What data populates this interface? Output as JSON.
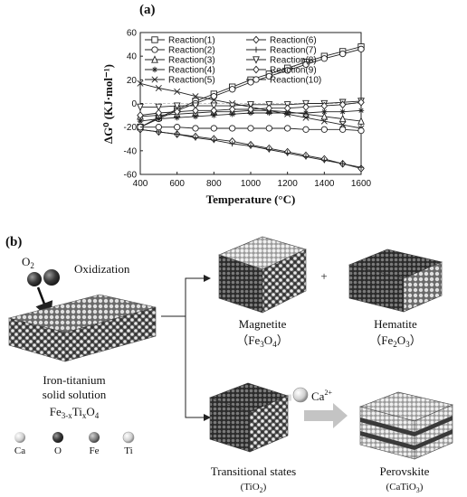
{
  "panel_a_label": "(a)",
  "panel_b_label": "(b)",
  "chart_data": {
    "type": "line",
    "xlabel": "Temperature (°C)",
    "ylabel": "ΔG⁰ (KJ·mol⁻¹)",
    "xlim": [
      400,
      1600
    ],
    "ylim": [
      -60,
      60
    ],
    "xticks": [
      "400",
      "600",
      "800",
      "1000",
      "1200",
      "1400",
      "1600"
    ],
    "yticks": [
      "-60",
      "-40",
      "-20",
      "0",
      "20",
      "40",
      "60"
    ],
    "legend_position": "top",
    "x": [
      400,
      500,
      600,
      700,
      800,
      900,
      1000,
      1100,
      1200,
      1300,
      1400,
      1500,
      1600
    ],
    "series": [
      {
        "name": "Reaction(1)",
        "marker": "square",
        "values": [
          -20,
          -12,
          -5,
          2,
          8,
          14,
          20,
          25,
          30,
          35,
          40,
          44,
          48
        ]
      },
      {
        "name": "Reaction(2)",
        "marker": "circle",
        "values": [
          -20,
          -13,
          -6,
          0,
          6,
          12,
          18,
          23,
          28,
          33,
          38,
          42,
          46
        ]
      },
      {
        "name": "Reaction(3)",
        "marker": "triangle-up",
        "values": [
          -11,
          -10,
          -9,
          -8,
          -7,
          -7,
          -6,
          -6,
          -7,
          -9,
          -11,
          -13,
          -15
        ]
      },
      {
        "name": "Reaction(4)",
        "marker": "star",
        "values": [
          -15,
          -13,
          -12,
          -11,
          -10,
          -9,
          -8,
          -8,
          -8,
          -8,
          -7,
          -7,
          -6
        ]
      },
      {
        "name": "Reaction(5)",
        "marker": "x",
        "values": [
          17,
          13,
          10,
          6,
          3,
          0,
          -3,
          -6,
          -9,
          -12,
          -15,
          -18,
          -21
        ]
      },
      {
        "name": "Reaction(6)",
        "marker": "diamond",
        "values": [
          -22,
          -24,
          -26,
          -28,
          -30,
          -32,
          -35,
          -38,
          -41,
          -44,
          -47,
          -51,
          -55
        ]
      },
      {
        "name": "Reaction(7)",
        "marker": "plus",
        "values": [
          -22,
          -24,
          -26,
          -29,
          -31,
          -34,
          -36,
          -39,
          -42,
          -45,
          -48,
          -51,
          -54
        ]
      },
      {
        "name": "Reaction(8)",
        "marker": "triangle-down",
        "values": [
          -3,
          -3,
          -2,
          -2,
          -2,
          -2,
          -1,
          -1,
          -1,
          0,
          0,
          1,
          2
        ]
      },
      {
        "name": "Reaction(9)",
        "marker": "diamond-open",
        "values": [
          -10,
          -8,
          -7,
          -6,
          -6,
          -5,
          -5,
          -4,
          -4,
          -3,
          -2,
          -1,
          1
        ]
      },
      {
        "name": "Reaction(10)",
        "marker": "circle-open",
        "values": [
          -20,
          -20,
          -20,
          -21,
          -21,
          -21,
          -21,
          -21,
          -21,
          -22,
          -22,
          -22,
          -23
        ]
      }
    ]
  },
  "diagram": {
    "o2_label": "O",
    "o2_sub": "2",
    "oxidization_label": "Oxidization",
    "source_title_line1": "Iron-titanium",
    "source_title_line2": "solid solution",
    "formula_a": "Fe",
    "formula_a_sub": "3-x",
    "formula_b": "Ti",
    "formula_b_sub": "x",
    "formula_c": "O",
    "formula_c_sub": "4",
    "legend_ca": "Ca",
    "legend_o": "O",
    "legend_fe": "Fe",
    "legend_ti": "Ti",
    "plus_sign": "+",
    "magnetite_label": "Magnetite",
    "magnetite_formula_open": "（Fe",
    "magnetite_sub1": "3",
    "magnetite_mid": "O",
    "magnetite_sub2": "4",
    "magnetite_close": "）",
    "hematite_label": "Hematite",
    "hematite_formula_open": "（Fe",
    "hematite_sub1": "2",
    "hematite_mid": "O",
    "hematite_sub2": "3",
    "hematite_close": "）",
    "ca_ion": "Ca",
    "ca_ion_sup": "2+",
    "transition_label": "Transitional states",
    "transition_formula": "(TiO",
    "transition_sub": "2",
    "transition_close": ")",
    "perovskite_label": "Perovskite",
    "perovskite_formula": "(CaTiO",
    "perovskite_sub": "3",
    "perovskite_close": ")"
  },
  "colors": {
    "line": "#222222",
    "dark_atom": "#3a3a3a",
    "light_atom": "#d6d6d6",
    "mid_atom": "#888888",
    "arrow_gray": "#bdbdbd"
  }
}
